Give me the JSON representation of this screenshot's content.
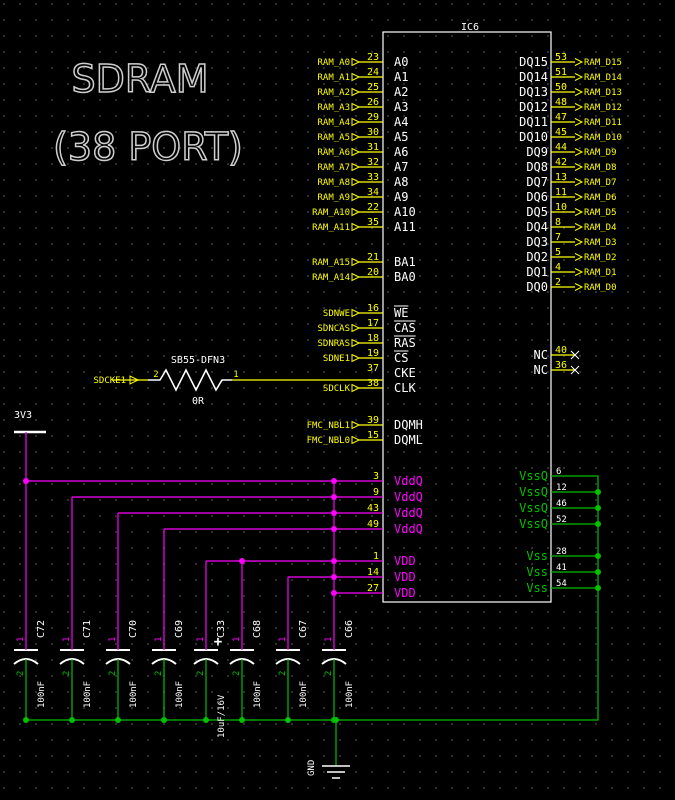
{
  "title_line1": "SDRAM",
  "title_line2": "(38 PORT)",
  "ic": {
    "designator": "IC6",
    "left_pins": [
      {
        "num": "23",
        "name": "A0",
        "net": "RAM_A0"
      },
      {
        "num": "24",
        "name": "A1",
        "net": "RAM_A1"
      },
      {
        "num": "25",
        "name": "A2",
        "net": "RAM_A2"
      },
      {
        "num": "26",
        "name": "A3",
        "net": "RAM_A3"
      },
      {
        "num": "29",
        "name": "A4",
        "net": "RAM_A4"
      },
      {
        "num": "30",
        "name": "A5",
        "net": "RAM_A5"
      },
      {
        "num": "31",
        "name": "A6",
        "net": "RAM_A6"
      },
      {
        "num": "32",
        "name": "A7",
        "net": "RAM_A7"
      },
      {
        "num": "33",
        "name": "A8",
        "net": "RAM_A8"
      },
      {
        "num": "34",
        "name": "A9",
        "net": "RAM_A9"
      },
      {
        "num": "22",
        "name": "A10",
        "net": "RAM_A10"
      },
      {
        "num": "35",
        "name": "A11",
        "net": "RAM_A11"
      },
      {
        "num": "21",
        "name": "BA1",
        "net": "RAM_A15"
      },
      {
        "num": "20",
        "name": "BA0",
        "net": "RAM_A14"
      },
      {
        "num": "16",
        "name": "WE",
        "net": "SDNWE",
        "overbar": true
      },
      {
        "num": "17",
        "name": "CAS",
        "net": "SDNCAS",
        "overbar": true
      },
      {
        "num": "18",
        "name": "RAS",
        "net": "SDNRAS",
        "overbar": true
      },
      {
        "num": "19",
        "name": "CS",
        "net": "SDNE1",
        "overbar": true
      },
      {
        "num": "37",
        "name": "CKE",
        "net": ""
      },
      {
        "num": "38",
        "name": "CLK",
        "net": "SDCLK"
      },
      {
        "num": "39",
        "name": "DQMH",
        "net": "FMC_NBL1"
      },
      {
        "num": "15",
        "name": "DQML",
        "net": "FMC_NBL0"
      }
    ],
    "right_pins": [
      {
        "num": "53",
        "name": "DQ15",
        "net": "RAM_D15"
      },
      {
        "num": "51",
        "name": "DQ14",
        "net": "RAM_D14"
      },
      {
        "num": "50",
        "name": "DQ13",
        "net": "RAM_D13"
      },
      {
        "num": "48",
        "name": "DQ12",
        "net": "RAM_D12"
      },
      {
        "num": "47",
        "name": "DQ11",
        "net": "RAM_D11"
      },
      {
        "num": "45",
        "name": "DQ10",
        "net": "RAM_D10"
      },
      {
        "num": "44",
        "name": "DQ9",
        "net": "RAM_D9"
      },
      {
        "num": "42",
        "name": "DQ8",
        "net": "RAM_D8"
      },
      {
        "num": "13",
        "name": "DQ7",
        "net": "RAM_D7"
      },
      {
        "num": "11",
        "name": "DQ6",
        "net": "RAM_D6"
      },
      {
        "num": "10",
        "name": "DQ5",
        "net": "RAM_D5"
      },
      {
        "num": "8",
        "name": "DQ4",
        "net": "RAM_D4"
      },
      {
        "num": "7",
        "name": "DQ3",
        "net": "RAM_D3"
      },
      {
        "num": "5",
        "name": "DQ2",
        "net": "RAM_D2"
      },
      {
        "num": "4",
        "name": "DQ1",
        "net": "RAM_D1"
      },
      {
        "num": "2",
        "name": "DQ0",
        "net": "RAM_D0"
      },
      {
        "num": "40",
        "name": "NC",
        "net": ""
      },
      {
        "num": "36",
        "name": "NC",
        "net": ""
      }
    ],
    "power_left": [
      {
        "num": "3",
        "name": "VddQ"
      },
      {
        "num": "9",
        "name": "VddQ"
      },
      {
        "num": "43",
        "name": "VddQ"
      },
      {
        "num": "49",
        "name": "VddQ"
      },
      {
        "num": "1",
        "name": "VDD"
      },
      {
        "num": "14",
        "name": "VDD"
      },
      {
        "num": "27",
        "name": "VDD"
      }
    ],
    "power_right": [
      {
        "num": "6",
        "name": "VssQ"
      },
      {
        "num": "12",
        "name": "VssQ"
      },
      {
        "num": "46",
        "name": "VssQ"
      },
      {
        "num": "52",
        "name": "VssQ"
      },
      {
        "num": "28",
        "name": "Vss"
      },
      {
        "num": "41",
        "name": "Vss"
      },
      {
        "num": "54",
        "name": "Vss"
      }
    ]
  },
  "resistor": {
    "designator": "SB55-DFN3",
    "value": "0R",
    "pin_left": "2",
    "pin_right": "1",
    "net": "SDCKE1"
  },
  "rail_label": "3V3",
  "gnd_label": "GND",
  "capacitors": [
    {
      "ref": "C72",
      "value": "100nF",
      "polar": false
    },
    {
      "ref": "C71",
      "value": "100nF",
      "polar": false
    },
    {
      "ref": "C70",
      "value": "100nF",
      "polar": false
    },
    {
      "ref": "C69",
      "value": "100nF",
      "polar": false
    },
    {
      "ref": "C33",
      "value": "10uF/16V",
      "polar": true
    },
    {
      "ref": "C68",
      "value": "100nF",
      "polar": false
    },
    {
      "ref": "C67",
      "value": "100nF",
      "polar": false
    },
    {
      "ref": "C66",
      "value": "100nF",
      "polar": false
    }
  ],
  "pin_one": "1",
  "pin_two": "2",
  "colors": {
    "wire": "#ffff00",
    "power": "#ff00ff",
    "ground": "#00c000",
    "body": "#ffffff",
    "pinnum": "#ffff00"
  }
}
